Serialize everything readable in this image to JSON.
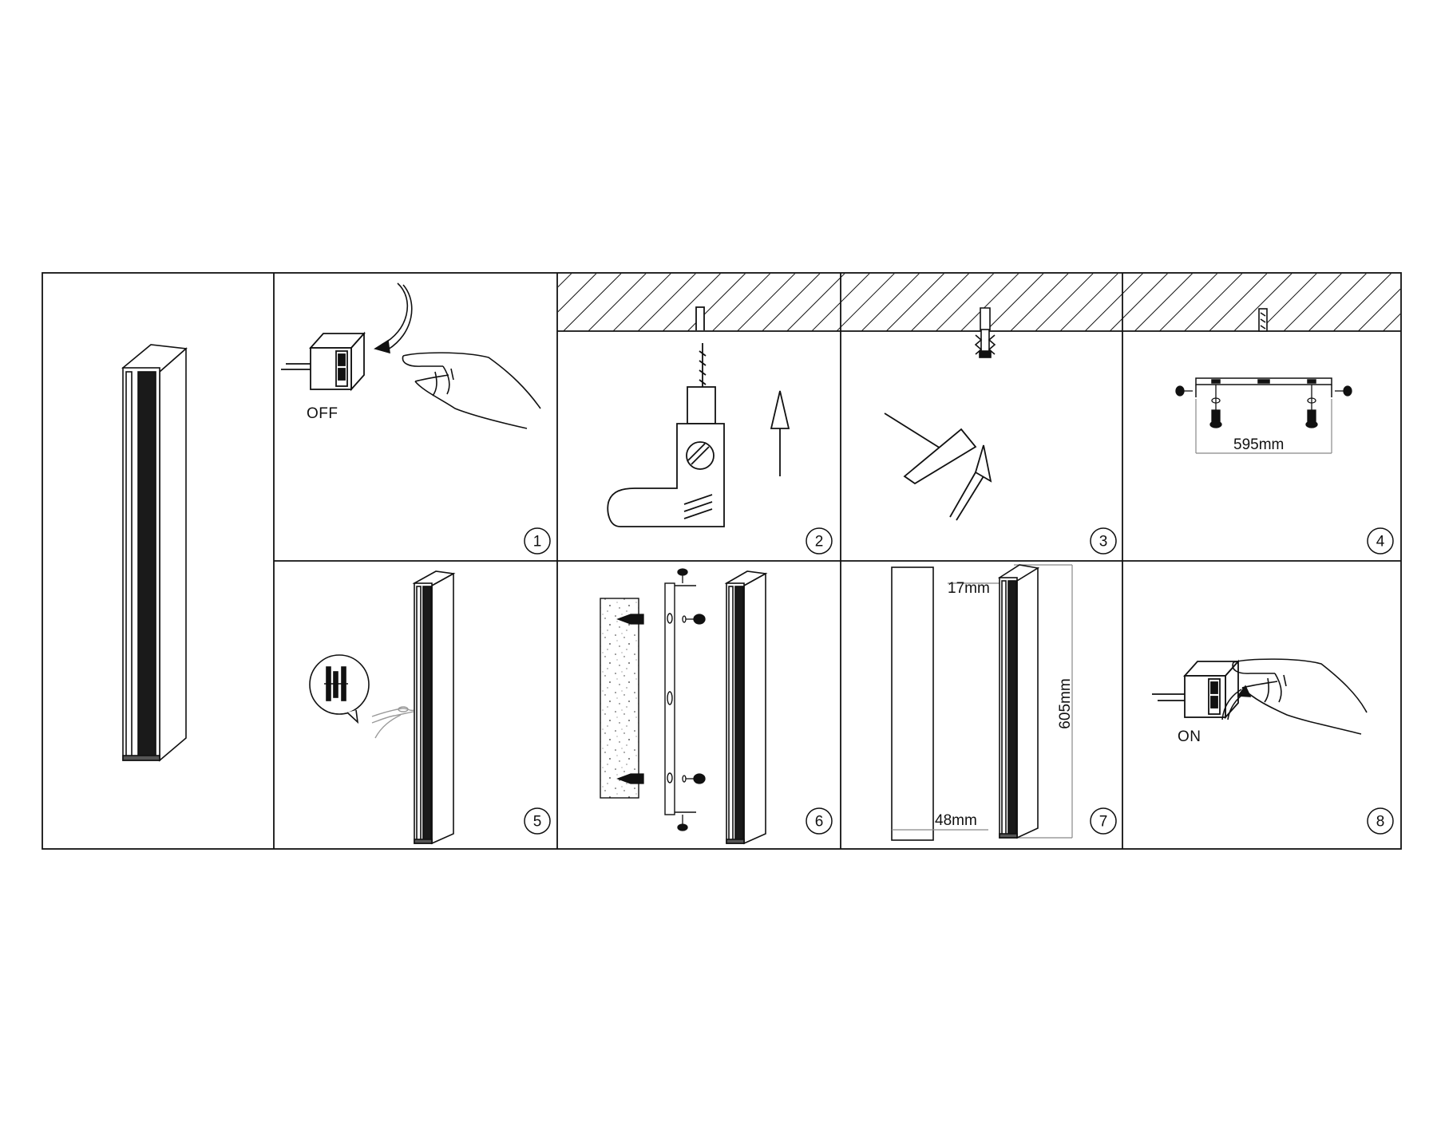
{
  "colors": {
    "ink": "#111111",
    "background": "#ffffff",
    "dimension_line": "#888888",
    "wire": "#9a9a9a"
  },
  "panels": [
    {
      "id": "product",
      "step": ""
    },
    {
      "id": "switch-off",
      "step": "1",
      "label": "OFF"
    },
    {
      "id": "drill",
      "step": "2"
    },
    {
      "id": "anchor",
      "step": "3"
    },
    {
      "id": "bracket",
      "step": "4",
      "dimension": "595mm"
    },
    {
      "id": "wiring",
      "step": "5"
    },
    {
      "id": "mount",
      "step": "6"
    },
    {
      "id": "dimensions",
      "step": "7",
      "depth": "17mm",
      "width": "48mm",
      "length": "605mm"
    },
    {
      "id": "switch-on",
      "step": "8",
      "label": "ON"
    }
  ],
  "icons": [
    "light-switch-icon",
    "hand-icon",
    "curved-arrow-icon",
    "drill-icon",
    "arrow-up-icon",
    "hammer-icon",
    "wall-anchor-icon",
    "screw-icon",
    "mounting-bracket-icon",
    "wire-connector-icon",
    "wall-lamp-icon"
  ]
}
